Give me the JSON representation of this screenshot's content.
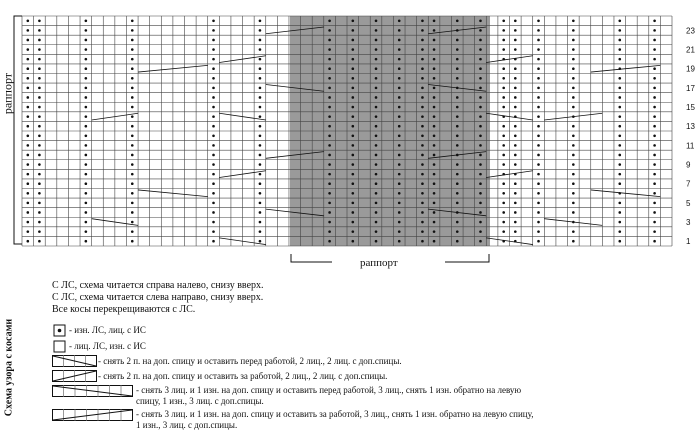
{
  "chart": {
    "rows": 24,
    "cols": 56,
    "row_numbers": [
      "1",
      "3",
      "5",
      "7",
      "9",
      "11",
      "13",
      "15",
      "17",
      "19",
      "21",
      "23"
    ],
    "repeat_label_vertical": "раппорт",
    "repeat_label_horizontal": "раппорт",
    "shaded_color": "#9a9a9a",
    "purl_columns": [
      1,
      2,
      6,
      10,
      17,
      21,
      27,
      29,
      31,
      33,
      35,
      36,
      38,
      40,
      42,
      43,
      45,
      48,
      52,
      55
    ]
  },
  "notes": {
    "line1": "С ЛС, схема читается справа налево, снизу вверх.",
    "line2": "С ЛС, схема читается слева направо, снизу вверх.",
    "line3": "Все косы перекрещиваются с ЛС."
  },
  "side_title": "Схема узора с косами",
  "legend": {
    "purl": "- изн. ЛС, лиц. с ИС",
    "knit": "- лиц. ЛС, изн. с ИС",
    "cable2_front": "- снять 2 п. на доп. спицу и оставить перед работой, 2 лиц., 2 лиц. с доп.спицы.",
    "cable2_back": "- снять 2 п. на доп. спицу и оставить за работой, 2 лиц., 2 лиц. с доп.спицы.",
    "cable3_front_l1": "- снять 3 лиц. и 1 изн. на доп. спицу и оставить перед работой, 3 лиц., снять 1 изн. обратно на левую",
    "cable3_front_l2": "спицу, 1 изн., 3 лиц. с доп.спицы.",
    "cable3_back_l1": "- снять 3 лиц. и 1 изн. на доп. спицу и оставить за работой, 3 лиц., снять 1 изн. обратно на левую спицу,",
    "cable3_back_l2": "1 изн., 3 лиц. с доп.спицы."
  }
}
